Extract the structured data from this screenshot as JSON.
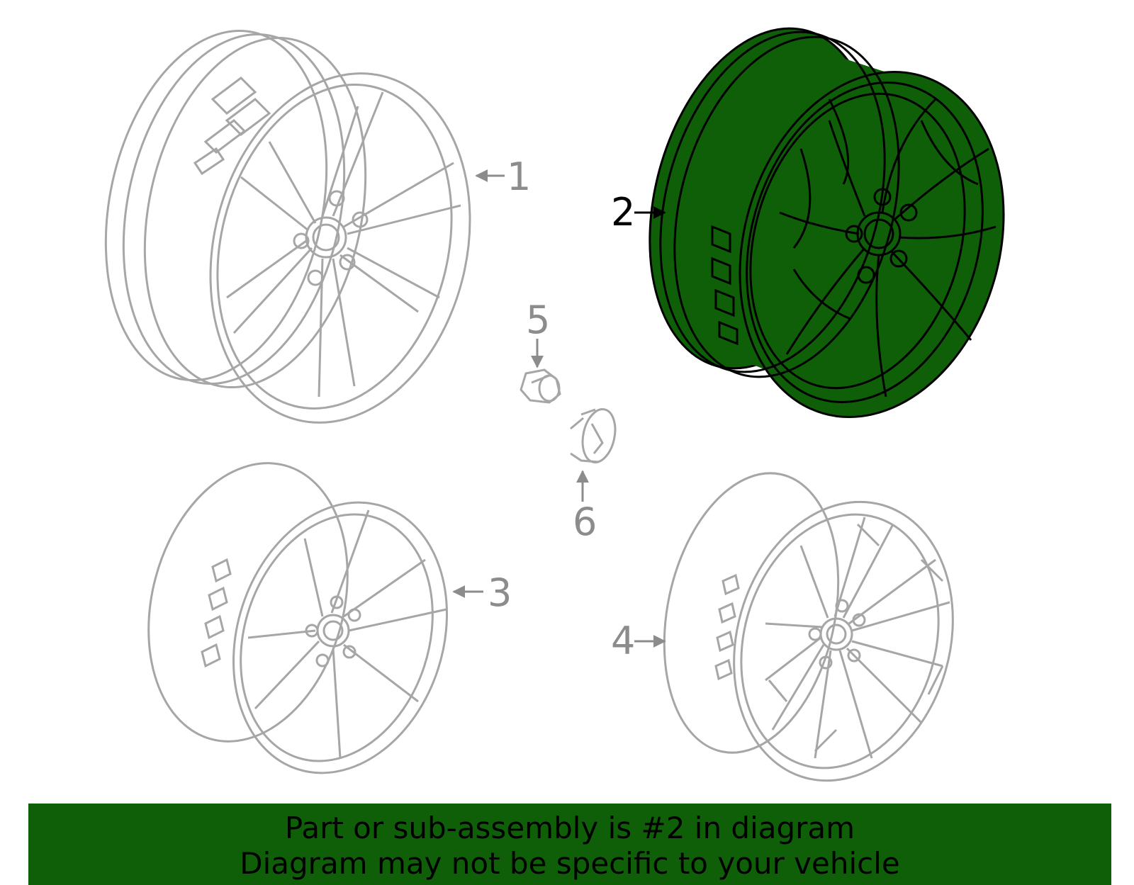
{
  "diagram": {
    "highlighted_part": "2",
    "colors": {
      "highlight_fill": "#0f5f09",
      "highlight_stroke": "#000000",
      "inactive_stroke": "#a6a6a6",
      "inactive_label": "#8c8c8c",
      "active_label": "#000000",
      "banner_background": "#0f5f09"
    },
    "callouts": [
      {
        "id": "1",
        "label": "1"
      },
      {
        "id": "2",
        "label": "2"
      },
      {
        "id": "3",
        "label": "3"
      },
      {
        "id": "4",
        "label": "4"
      },
      {
        "id": "5",
        "label": "5"
      },
      {
        "id": "6",
        "label": "6"
      }
    ]
  },
  "banner": {
    "line1": "Part or sub-assembly is #2 in diagram",
    "line2": "Diagram may not be specific to your vehicle"
  }
}
